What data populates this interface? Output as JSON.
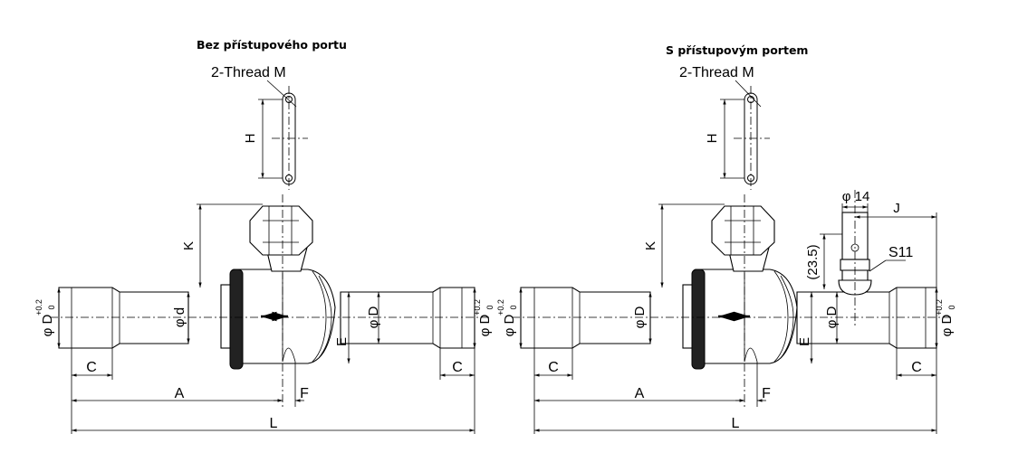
{
  "left": {
    "title": "Bez přístupového portu",
    "thread": "2-Thread M",
    "labels": {
      "H": "H",
      "K": "K",
      "d": "φ d",
      "D": "φ D",
      "Dtol": "φ D",
      "E": "E",
      "C": "C",
      "A": "A",
      "F": "F",
      "L": "L"
    }
  },
  "right": {
    "title": "S přístupovým portem",
    "thread": "2-Thread M",
    "labels": {
      "H": "H",
      "K": "K",
      "d": "φ D",
      "D": "φ D",
      "Dtol": "φ D",
      "E": "E",
      "C": "C",
      "A": "A",
      "F": "F",
      "L": "L",
      "phi14": "φ 14",
      "J": "J",
      "dim235": "(23.5)",
      "S11": "S11"
    }
  },
  "tolerance": {
    "upper": "+0.2",
    "lower": "0"
  }
}
